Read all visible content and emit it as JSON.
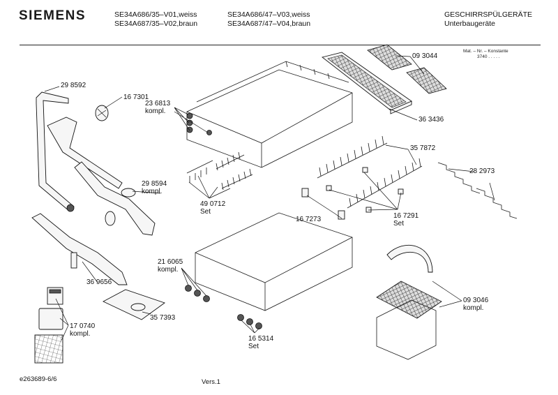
{
  "header": {
    "brand": "SIEMENS",
    "models_col1": [
      "SE34A686/35–V01,weiss",
      "SE34A687/35–V02,braun"
    ],
    "models_col2": [
      "SE34A686/47–V03,weiss",
      "SE34A687/47–V04,braun"
    ],
    "category": [
      "GESCHIRRSPÜLGERÄTE",
      "Unterbaugeräte"
    ]
  },
  "konstante": {
    "heading": "Mat. – Nr. – Konstante",
    "value": "3740  .  .  .  .  ."
  },
  "labels": {
    "p298592": "29 8592",
    "p167301": "16 7301",
    "p236813": "23 6813",
    "p236813_sub": "kompl.",
    "p093044": "09 3044",
    "p363436": "36 3436",
    "p357872": "35 7872",
    "p282973": "28 2973",
    "p298594": "29 8594",
    "p298594_sub": "kompl.",
    "p490712": "49 0712",
    "p490712_sub": "Set",
    "p167273": "16 7273",
    "p167291": "16 7291",
    "p167291_sub": "Set",
    "p216065": "21 6065",
    "p216065_sub": "kompl.",
    "p369656": "36 9656",
    "p357393": "35 7393",
    "p093046": "09 3046",
    "p093046_sub": "kompl.",
    "p170740": "17 0740",
    "p170740_sub": "kompl.",
    "p165314": "16 5314",
    "p165314_sub": "Set"
  },
  "footer": {
    "doc_id": "e263689-6/6",
    "version": "Vers.1"
  }
}
